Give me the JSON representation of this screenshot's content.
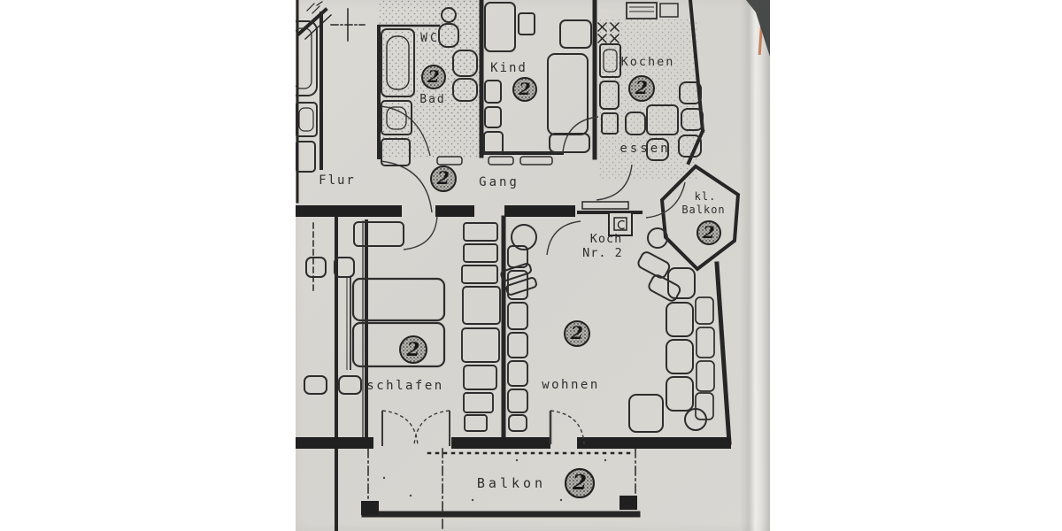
{
  "scene": {
    "background_color": "#ffffff",
    "paper_color": "#d8d6d1",
    "ink_color": "#2a2a2a",
    "dark_corner_color": "#393c3a",
    "accent_edge_color": "#bf7347"
  },
  "plan": {
    "unit_number": "2",
    "labels": {
      "wc": "WC",
      "bad": "Bad",
      "kind": "Kind",
      "kochen": "Kochen",
      "essen": "essen",
      "flur": "Flur",
      "gang": "Gang",
      "kl_balkon_line1": "kl.",
      "kl_balkon_line2": "Balkon",
      "koch_line1": "Koch",
      "koch_line2": "Nr. 2",
      "schlafen": "schlafen",
      "wohnen": "wohnen",
      "balkon": "Balkon"
    }
  }
}
